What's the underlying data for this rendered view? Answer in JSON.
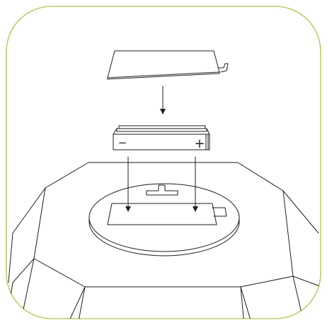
{
  "illustration": {
    "frame_color": "#b6d06a",
    "line_color": "#1e1e1e",
    "background_color": "#ffffff",
    "battery": {
      "negative_symbol": "−",
      "positive_symbol": "+"
    },
    "steps": [
      "cover",
      "battery",
      "battery-compartment"
    ]
  }
}
